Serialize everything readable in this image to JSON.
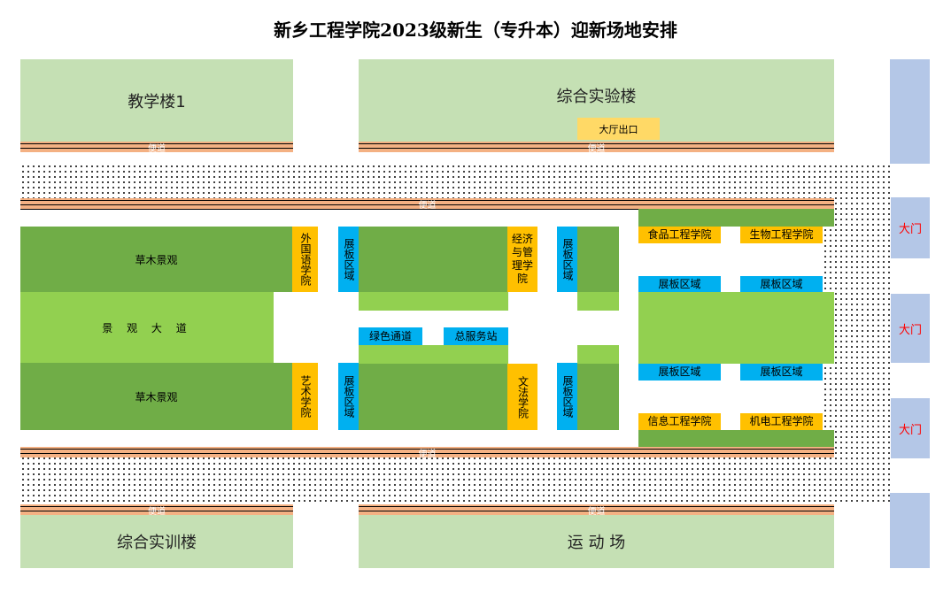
{
  "title": "新乡工程学院2023级新生（专升本）迎新场地安排",
  "buildings": {
    "teaching1": "教学楼1",
    "lab": "综合实验楼",
    "training": "综合实训楼",
    "stadium": "运 动 场",
    "hall_exit": "大厅出口"
  },
  "road_label": "便道",
  "landscape": {
    "grass": "草木景观",
    "avenue": "景 观 大 道"
  },
  "colleges": {
    "foreign": "外国语学院",
    "art": "艺术学院",
    "econ": "经济与管理学院",
    "law": "文法学院",
    "food": "食品工程学院",
    "bio": "生物工程学院",
    "info": "信息工程学院",
    "mech": "机电工程学院"
  },
  "display_area": "展板区域",
  "green_channel": "绿色通道",
  "service_station": "总服务站",
  "gate": "大门",
  "colors": {
    "building": "#C5E0B4",
    "grass": "#70AD47",
    "avenue": "#92D050",
    "college": "#FFC000",
    "display": "#00B0F0",
    "gate": "#B4C7E7",
    "road": "#F4B183"
  }
}
